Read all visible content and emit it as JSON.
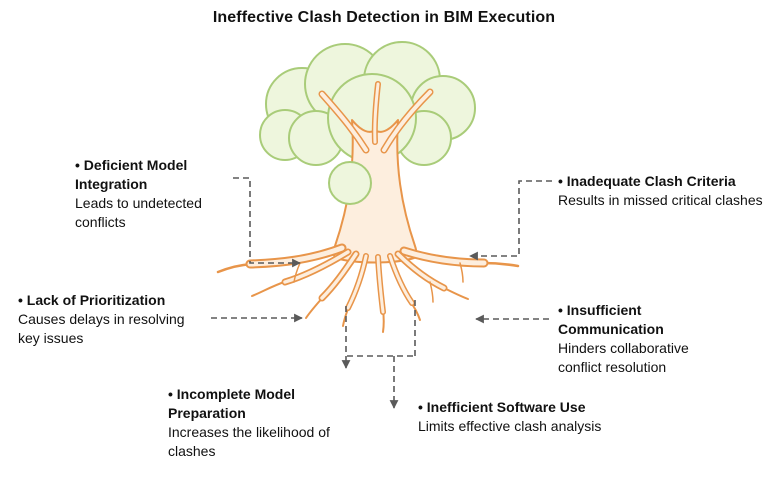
{
  "title": "Ineffective Clash Detection in BIM Execution",
  "diagram": {
    "type": "cause-effect-tree",
    "central_image": "tree-with-roots",
    "colors": {
      "canopy_fill": "#eef6dd",
      "canopy_stroke": "#a9cc79",
      "trunk_fill": "#fdeede",
      "trunk_stroke": "#e8954a",
      "connector": "#5a5a5a",
      "text": "#111111"
    },
    "causes": [
      {
        "id": "deficient-model-integration",
        "label": "• Deficient Model Integration",
        "description": "Leads to undetected conflicts",
        "position": "top-left"
      },
      {
        "id": "inadequate-clash-criteria",
        "label": "• Inadequate Clash Criteria",
        "description": "Results in missed critical clashes",
        "position": "top-right"
      },
      {
        "id": "lack-of-prioritization",
        "label": "• Lack of Prioritization",
        "description": "Causes delays in resolving key issues",
        "position": "middle-left"
      },
      {
        "id": "insufficient-communication",
        "label": "• Insufficient Communication",
        "description": "Hinders collaborative conflict resolution",
        "position": "middle-right"
      },
      {
        "id": "incomplete-model-preparation",
        "label": "• Incomplete Model Preparation",
        "description": "Increases the likelihood of clashes",
        "position": "bottom-left"
      },
      {
        "id": "inefficient-software-use",
        "label": "• Inefficient Software Use",
        "description": "Limits effective clash analysis",
        "position": "bottom-right"
      }
    ]
  }
}
